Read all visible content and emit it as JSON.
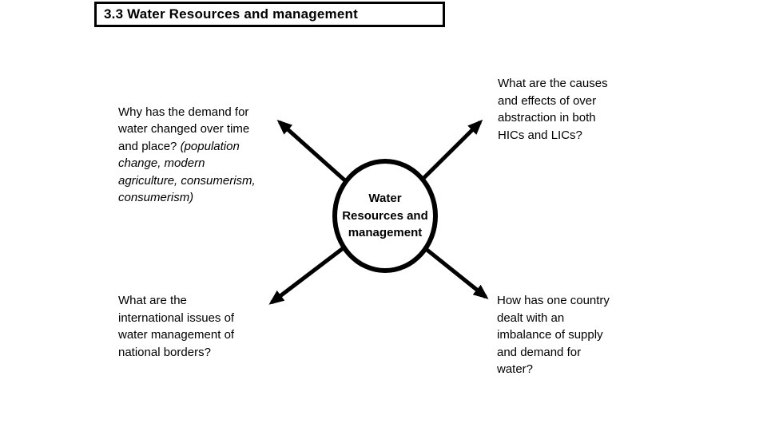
{
  "title": "3.3 Water Resources and management",
  "center_node": {
    "label": "Water\nResources and\nmanagement"
  },
  "questions": {
    "top_left": {
      "normal": "Why has the demand for\nwater changed over time\nand place? ",
      "italic": "(population\nchange, modern\nagriculture, consumerism,\nconsumerism)"
    },
    "top_right": "What are the causes\nand effects of over\nabstraction in both\nHICs and LICs?",
    "bottom_left": "What are the\ninternational issues of\nwater management of\nnational borders?",
    "bottom_right": "How has one country\ndealt with an\nimbalance of supply\nand demand for\nwater?"
  },
  "colors": {
    "ink": "#000000",
    "background": "#ffffff"
  }
}
